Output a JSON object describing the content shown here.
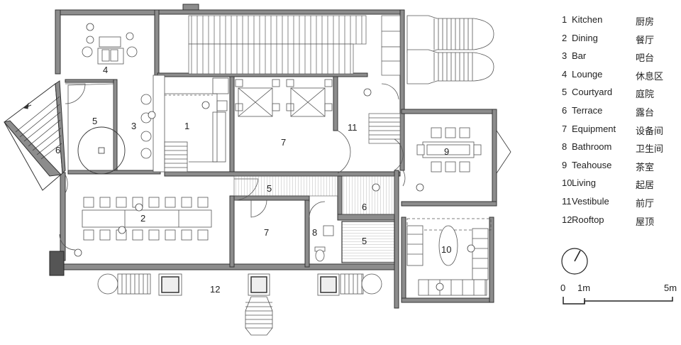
{
  "rooms": [
    {
      "num": "1",
      "en": "Kitchen",
      "zh": "厨房"
    },
    {
      "num": "2",
      "en": "Dining",
      "zh": "餐厅"
    },
    {
      "num": "3",
      "en": "Bar",
      "zh": "吧台"
    },
    {
      "num": "4",
      "en": "Lounge",
      "zh": "休息区"
    },
    {
      "num": "5",
      "en": "Courtyard",
      "zh": "庭院"
    },
    {
      "num": "6",
      "en": "Terrace",
      "zh": "露台"
    },
    {
      "num": "7",
      "en": "Equipment",
      "zh": "设备间"
    },
    {
      "num": "8",
      "en": "Bathroom",
      "zh": "卫生间"
    },
    {
      "num": "9",
      "en": "Teahouse",
      "zh": "茶室"
    },
    {
      "num": "10",
      "en": "Living",
      "zh": "起居"
    },
    {
      "num": "11",
      "en": "Vestibule",
      "zh": "前厅"
    },
    {
      "num": "12",
      "en": "Rooftop",
      "zh": "屋顶"
    }
  ],
  "plan_labels": {
    "kitchen": "1",
    "dining": "2",
    "bar": "3",
    "lounge": "4",
    "courtyard_a": "5",
    "courtyard_b": "5",
    "courtyard_c": "5",
    "terrace_a": "6",
    "terrace_b": "6",
    "equipment_a": "7",
    "equipment_b": "7",
    "bathroom": "8",
    "teahouse": "9",
    "living": "10",
    "vestibule": "11",
    "rooftop": "12"
  },
  "scale": {
    "zero": "0",
    "one": "1m",
    "five": "5m"
  },
  "colors": {
    "wall": "#8c8c8c",
    "wall_dark": "#555555",
    "line": "#333333",
    "hatch": "#999999"
  }
}
